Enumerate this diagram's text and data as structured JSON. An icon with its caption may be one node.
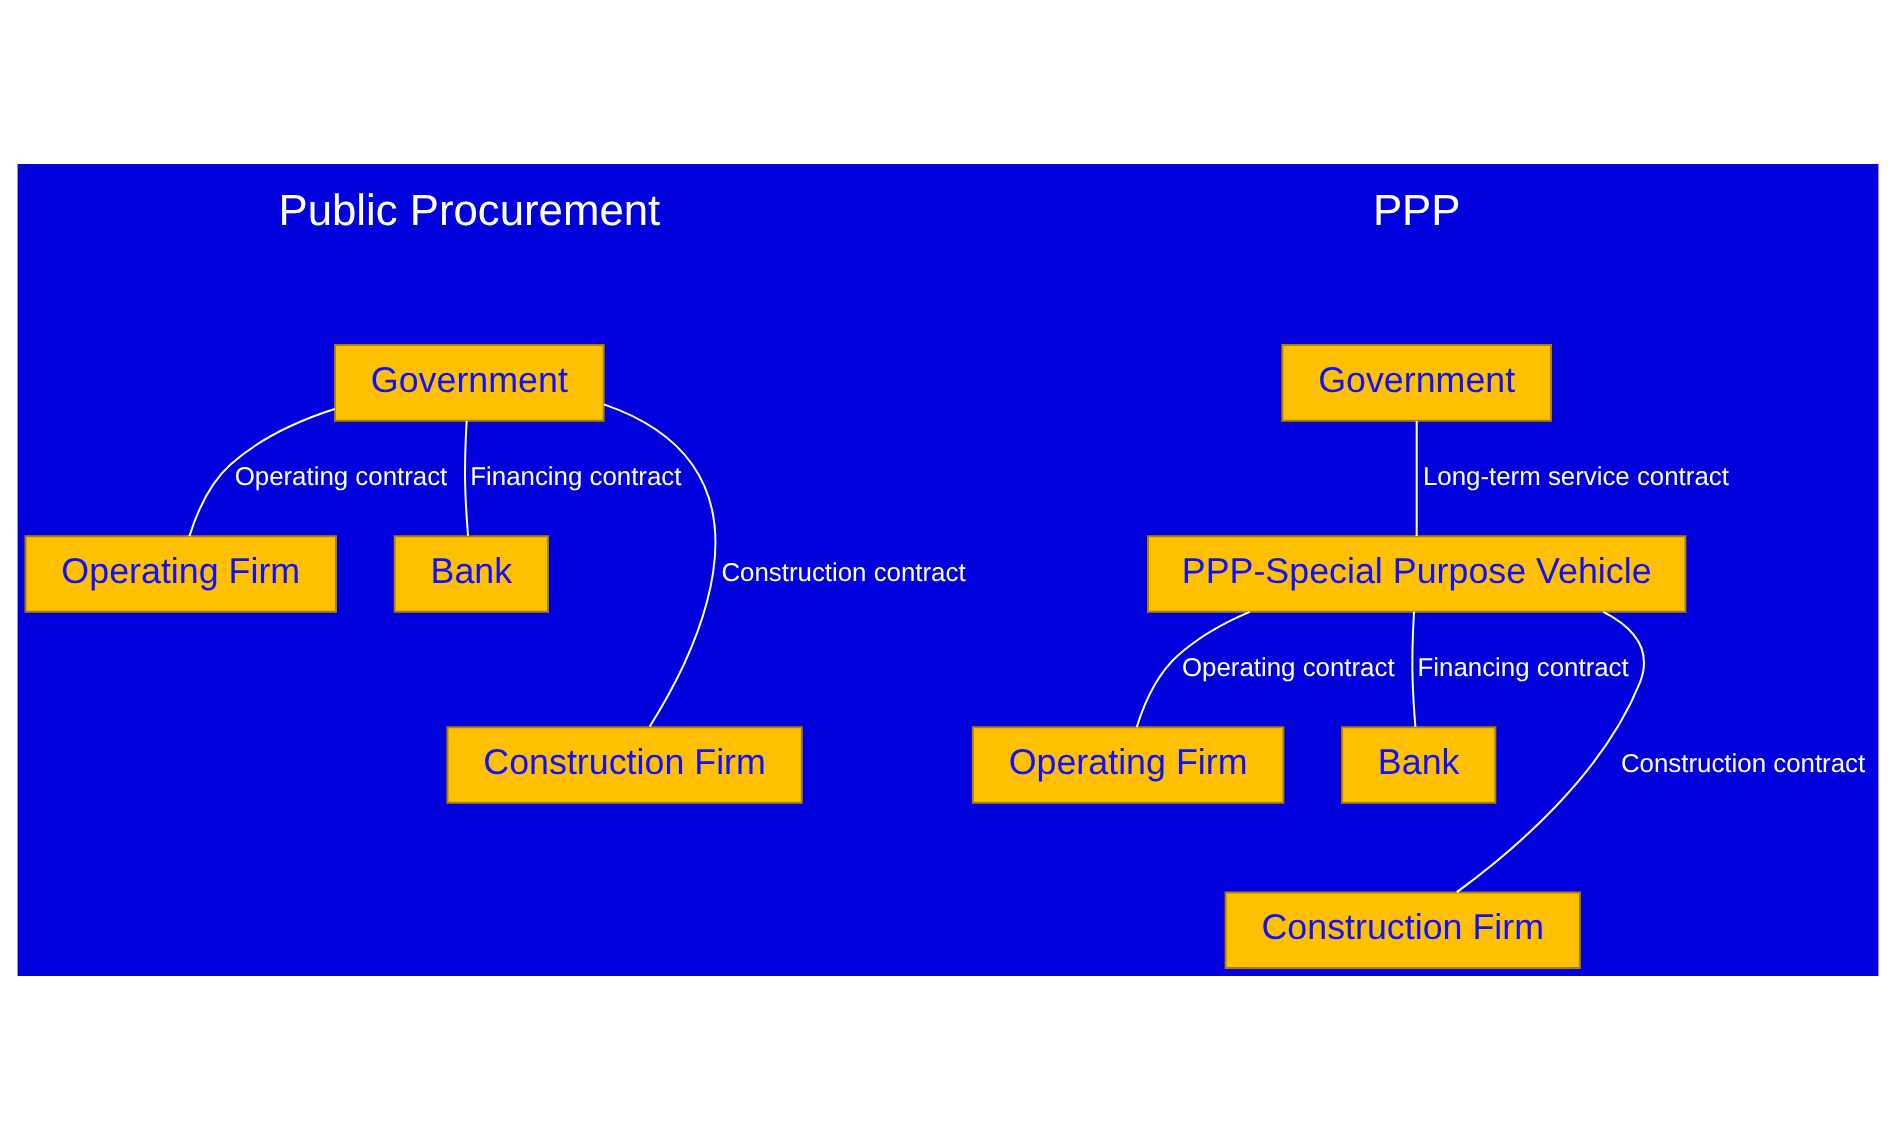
{
  "diagram": {
    "nodes": [
      {
        "text": [
          "Government"
        ]
      },
      {
        "text": [
          "Operating Firm"
        ]
      },
      {
        "text": [
          "Bank"
        ]
      },
      {
        "text": [
          "Construction Firm"
        ]
      },
      {
        "text": [
          "Government"
        ]
      },
      {
        "text": [
          "PPP-Special Purpose Vehicle"
        ]
      },
      {
        "text": [
          "Operating Firm"
        ]
      },
      {
        "text": [
          "Bank"
        ]
      },
      {
        "text": [
          "Construction Firm"
        ]
      }
    ],
    "edges": [
      {
        "from": 0,
        "to": 1,
        "arrow": "none",
        "label": "Operating contract"
      },
      {
        "from": 0,
        "to": 2,
        "arrow": "none",
        "label": "Financing contract"
      },
      {
        "from": 0,
        "to": 3,
        "arrow": "none",
        "label": "Construction contract"
      },
      {
        "from": 4,
        "to": 5,
        "arrow": "none",
        "label": "Long-term service contract"
      },
      {
        "from": 5,
        "to": 6,
        "arrow": "none",
        "label": "Operating contract"
      },
      {
        "from": 5,
        "to": 7,
        "arrow": "none",
        "label": "Financing contract"
      },
      {
        "from": 5,
        "to": 8,
        "arrow": "none",
        "label": "Construction contract"
      }
    ],
    "labels": [
      "Public Procurement",
      "PPP"
    ]
  }
}
